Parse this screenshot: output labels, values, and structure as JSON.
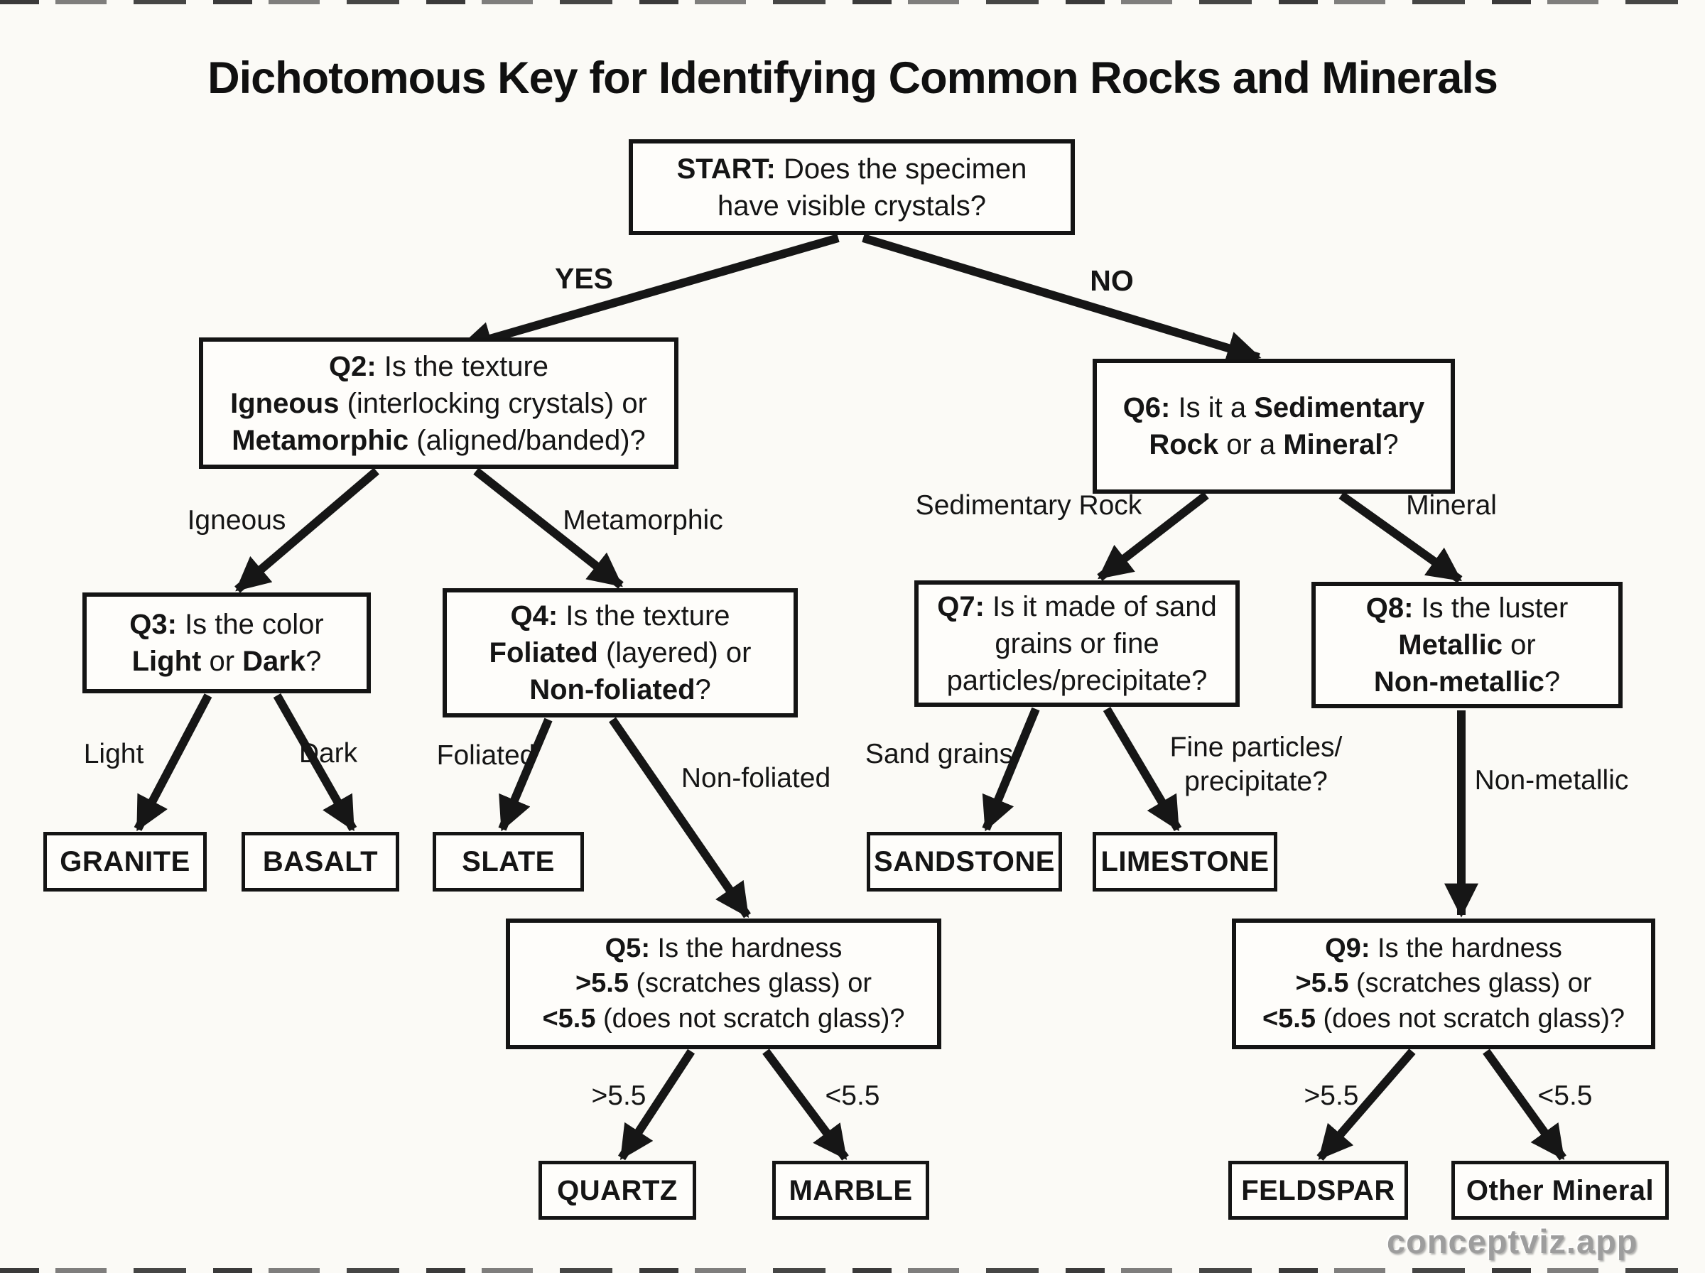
{
  "title": "Dichotomous Key for Identifying Common Rocks and Minerals",
  "watermark": "conceptviz.app",
  "nodes": {
    "start": {
      "lines": [
        [
          {
            "t": "START:"
          },
          {
            "t": " Does the specimen"
          }
        ],
        [
          {
            "t": "have visible crystals?"
          }
        ]
      ]
    },
    "q2": {
      "lines": [
        [
          {
            "t": "Q2:"
          },
          {
            "t": " Is the texture"
          }
        ],
        [
          {
            "t": "Igneous"
          },
          {
            "t": " (interlocking crystals) or"
          }
        ],
        [
          {
            "t": "Metamorphic"
          },
          {
            "t": " (aligned/banded)?"
          }
        ]
      ]
    },
    "q6": {
      "lines": [
        [
          {
            "t": "Q6:"
          },
          {
            "t": " Is it a "
          },
          {
            "t": "Sedimentary"
          }
        ],
        [
          {
            "t": "Rock"
          },
          {
            "t": " or a "
          },
          {
            "t": "Mineral"
          },
          {
            "t": "?"
          }
        ]
      ]
    },
    "q3": {
      "lines": [
        [
          {
            "t": "Q3:"
          },
          {
            "t": " Is the color"
          }
        ],
        [
          {
            "t": "Light"
          },
          {
            "t": " or "
          },
          {
            "t": "Dark"
          },
          {
            "t": "?"
          }
        ]
      ]
    },
    "q4": {
      "lines": [
        [
          {
            "t": "Q4:"
          },
          {
            "t": " Is the texture"
          }
        ],
        [
          {
            "t": "Foliated"
          },
          {
            "t": " (layered) or"
          }
        ],
        [
          {
            "t": "Non-foliated"
          },
          {
            "t": "?"
          }
        ]
      ]
    },
    "q7": {
      "lines": [
        [
          {
            "t": "Q7:"
          },
          {
            "t": " Is it made of sand"
          }
        ],
        [
          {
            "t": "grains or fine"
          }
        ],
        [
          {
            "t": "particles/precipitate?"
          }
        ]
      ]
    },
    "q8": {
      "lines": [
        [
          {
            "t": "Q8:"
          },
          {
            "t": " Is the luster"
          }
        ],
        [
          {
            "t": "Metallic"
          },
          {
            "t": " or"
          }
        ],
        [
          {
            "t": "Non-metallic"
          },
          {
            "t": "?"
          }
        ]
      ]
    },
    "q5": {
      "lines": [
        [
          {
            "t": "Q5:"
          },
          {
            "t": " Is the hardness"
          }
        ],
        [
          {
            "t": ">5.5"
          },
          {
            "t": " (scratches glass) or"
          }
        ],
        [
          {
            "t": "<5.5"
          },
          {
            "t": " (does not scratch glass)?"
          }
        ]
      ]
    },
    "q9": {
      "lines": [
        [
          {
            "t": "Q9:"
          },
          {
            "t": " Is the hardness"
          }
        ],
        [
          {
            "t": ">5.5"
          },
          {
            "t": " (scratches glass) or"
          }
        ],
        [
          {
            "t": "<5.5"
          },
          {
            "t": " (does not scratch glass)?"
          }
        ]
      ]
    },
    "granite": {
      "label": "GRANITE"
    },
    "basalt": {
      "label": "BASALT"
    },
    "slate": {
      "label": "SLATE"
    },
    "sandstone": {
      "label": "SANDSTONE"
    },
    "limestone": {
      "label": "LIMESTONE"
    },
    "quartz": {
      "label": "QUARTZ"
    },
    "marble": {
      "label": "MARBLE"
    },
    "feldspar": {
      "label": "FELDSPAR"
    },
    "other_mineral": {
      "label": "Other Mineral"
    }
  },
  "edge_labels": {
    "yes": "YES",
    "no": "NO",
    "igneous": "Igneous",
    "metamorphic": "Metamorphic",
    "sedimentary_rock": "Sedimentary Rock",
    "mineral": "Mineral",
    "light": "Light",
    "dark": "Dark",
    "foliated": "Foliated",
    "non_foliated": "Non-foliated",
    "sand_grains": "Sand grains",
    "fine_particles_line1": "Fine particles/",
    "fine_particles_line2": "precipitate?",
    "non_metallic": "Non-metallic",
    "gt55_left": ">5.5",
    "lt55_left": "<5.5",
    "gt55_right": ">5.5",
    "lt55_right": "<5.5"
  },
  "colors": {
    "background": "#fbfaf6",
    "line": "#161616",
    "text": "#151515",
    "watermark": "#9d9d9d"
  }
}
